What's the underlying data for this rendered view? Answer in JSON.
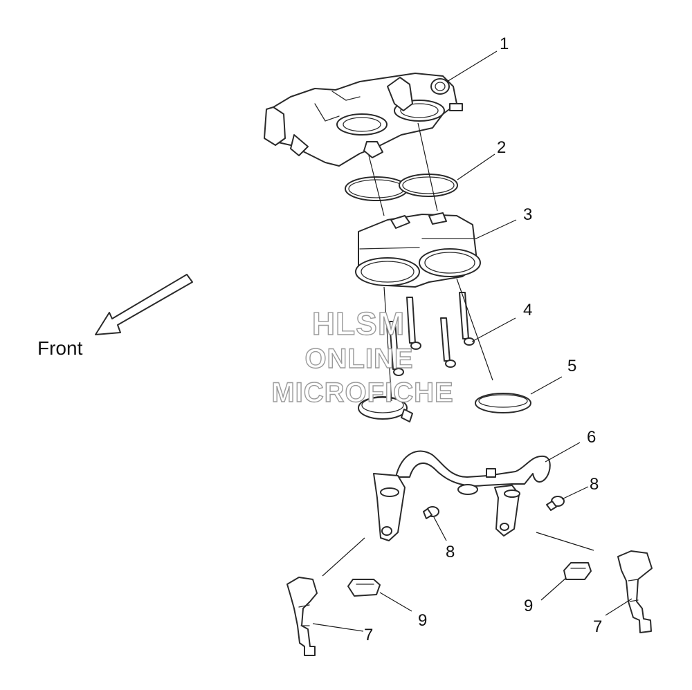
{
  "orientation": {
    "label": "Front"
  },
  "watermark": {
    "line1": "HLSM",
    "line2": "ONLINE",
    "line3": "MICROFICHE",
    "color": "#9a9a9a"
  },
  "callouts": {
    "c1": "1",
    "c2": "2",
    "c3": "3",
    "c4": "4",
    "c5": "5",
    "c6": "6",
    "c8a": "8",
    "c8b": "8",
    "c9a": "9",
    "c9b": "9",
    "c7a": "7",
    "c7b": "7"
  },
  "colors": {
    "line": "#2a2a2a",
    "background": "#ffffff"
  }
}
